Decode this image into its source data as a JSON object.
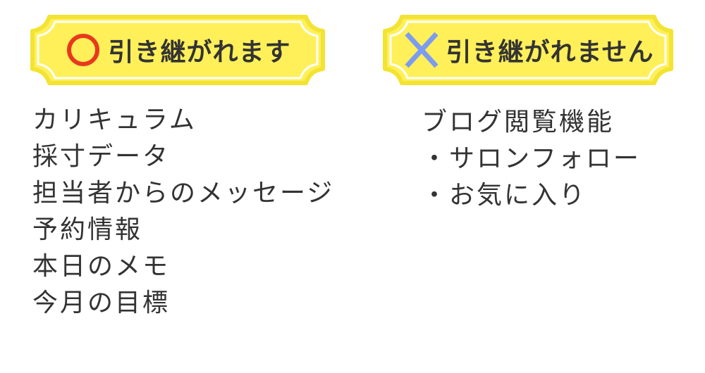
{
  "inherited": {
    "title": "引き継がれます",
    "icon": "circle-icon",
    "icon_color": "#e8391d",
    "items": [
      "カリキュラム",
      "採寸データ",
      "担当者からのメッセージ",
      "予約情報",
      "本日のメモ",
      "今月の目標"
    ]
  },
  "not_inherited": {
    "title": "引き継がれません",
    "icon": "cross-icon",
    "icon_color": "#7b9cf0",
    "items": [
      "ブログ閲覧機能",
      "・サロンフォロー",
      "・お気に入り"
    ]
  },
  "colors": {
    "badge_fill": "#fff05a",
    "badge_border": "#f3e332",
    "text": "#333333"
  }
}
